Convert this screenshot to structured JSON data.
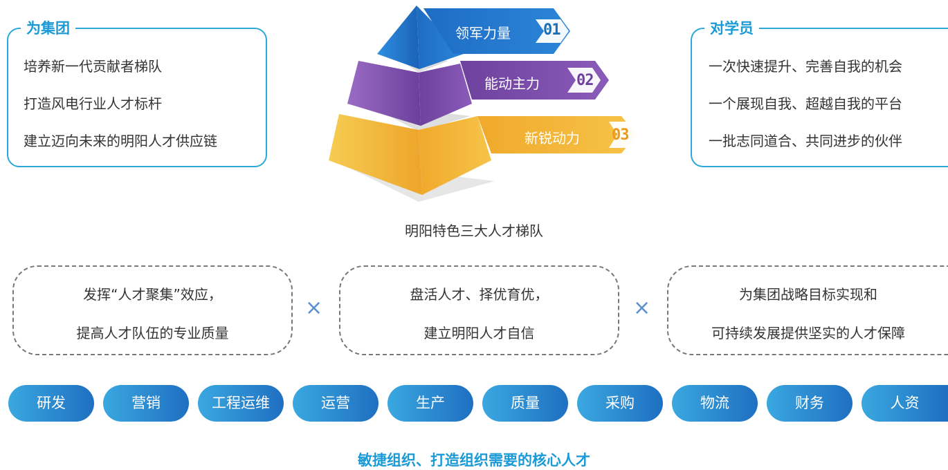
{
  "left_box": {
    "title": "为集团",
    "lines": [
      "培养新一代贡献者梯队",
      "打造风电行业人才标杆",
      "建立迈向未来的明阳人才供应链"
    ]
  },
  "right_box": {
    "title": "对学员",
    "lines": [
      "一次快速提升、完善自我的机会",
      "一个展现自我、超越自我的平台",
      "一批志同道合、共同进步的伙伴"
    ]
  },
  "pyramid": {
    "tiers": [
      {
        "label": "领军力量",
        "num": "01",
        "color": "#2e86d6"
      },
      {
        "label": "能动主力",
        "num": "02",
        "color": "#7a4aa6"
      },
      {
        "label": "新锐动力",
        "num": "03",
        "color": "#f0b431"
      }
    ],
    "caption": "明阳特色三大人才梯队"
  },
  "dash_boxes": [
    {
      "line1": "发挥“人才聚集”效应，",
      "line2": "提高人才队伍的专业质量"
    },
    {
      "line1": "盘活人才、择优育优，",
      "line2": "建立明阳人才自信"
    },
    {
      "line1": "为集团战略目标实现和",
      "line2": "可持续发展提供坚实的人才保障"
    }
  ],
  "times_symbol": "×",
  "departments": [
    "研发",
    "营销",
    "工程运维",
    "运营",
    "生产",
    "质量",
    "采购",
    "物流",
    "财务",
    "人资"
  ],
  "footer": "敏捷组织、打造组织需要的核心人才"
}
